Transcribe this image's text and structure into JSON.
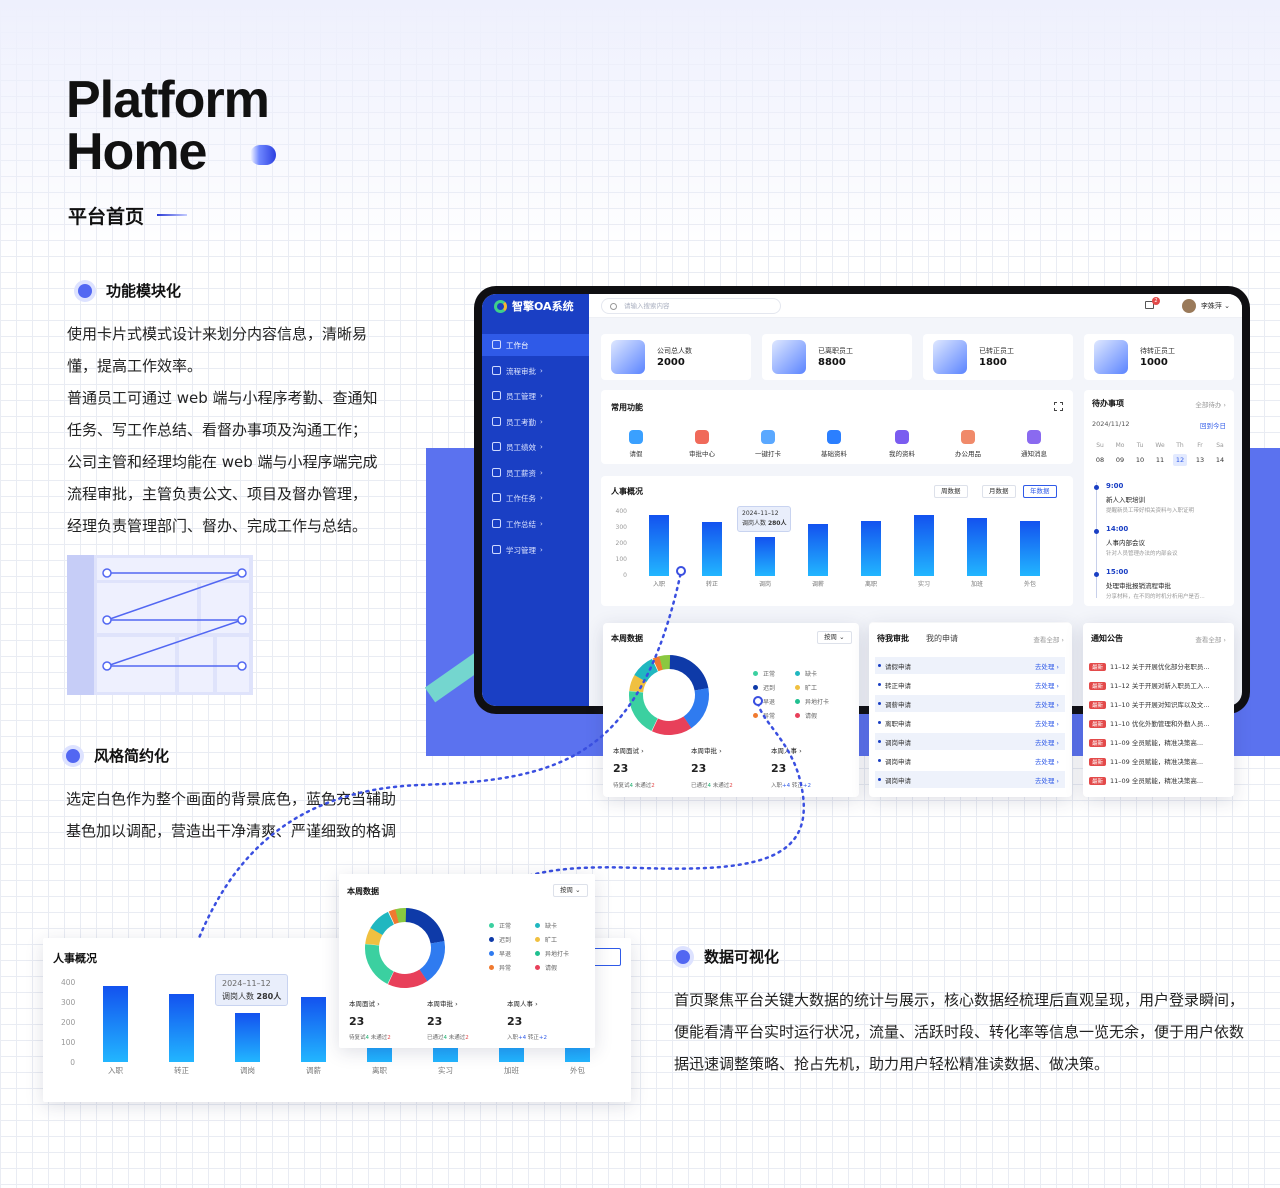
{
  "title": {
    "line1": "Platform",
    "line2": "Home",
    "subtitle": "平台首页"
  },
  "sections": {
    "modular": {
      "heading": "功能模块化",
      "lines": [
        "使用卡片式模式设计来划分内容信息，清晰易",
        "懂，提高工作效率。",
        "普通员工可通过 web 端与小程序考勤、查通知",
        "任务、写工作总结、看督办事项及沟通工作；",
        "公司主管和经理均能在 web 端与小程序端完成",
        "流程审批，主管负责公文、项目及督办管理，",
        "经理负责管理部门、督办、完成工作与总结。"
      ]
    },
    "style": {
      "heading": "风格简约化",
      "lines": [
        "选定白色作为整个画面的背景底色，蓝色充当辅助",
        "基色加以调配，营造出干净清爽、严谨细致的格调"
      ]
    },
    "dataviz": {
      "heading": "数据可视化",
      "lines": [
        "首页聚焦平台关键大数据的统计与展示，核心数据经梳理后直观呈现，用户登录瞬间，",
        "便能看清平台实时运行状况，流量、活跃时段、转化率等信息一览无余，便于用户依数",
        "据迅速调整策略、抢占先机，助力用户轻松精准读数据、做决策。"
      ]
    }
  },
  "app": {
    "name": "智擎OA系统",
    "search_placeholder": "请输入搜索内容",
    "notif_count": "2",
    "user": "李姝萍",
    "nav": [
      "工作台",
      "流程审批",
      "员工管理",
      "员工考勤",
      "员工绩效",
      "员工薪资",
      "工作任务",
      "工作总结",
      "学习管理"
    ],
    "stats": [
      {
        "label": "公司总人数",
        "value": "2000"
      },
      {
        "label": "已离职员工",
        "value": "8800"
      },
      {
        "label": "已转正员工",
        "value": "1800"
      },
      {
        "label": "待转正员工",
        "value": "1000"
      }
    ],
    "common": {
      "title": "常用功能",
      "items": [
        "请假",
        "审批中心",
        "一键打卡",
        "基础资料",
        "我的资料",
        "办公用品",
        "通知消息"
      ]
    },
    "todo": {
      "title": "待办事项",
      "all": "全部待办 ›",
      "date": "2024/11/12",
      "back": "回到今日",
      "weekdays": [
        "Su",
        "Mo",
        "Tu",
        "We",
        "Th",
        "Fr",
        "Sa"
      ],
      "days": [
        "08",
        "09",
        "10",
        "11",
        "12",
        "13",
        "14"
      ],
      "events": [
        {
          "time": "9:00",
          "title": "新人入职培训",
          "desc": "提醒新员工带好相关资料与入职证明"
        },
        {
          "time": "14:00",
          "title": "人事内部会议",
          "desc": "针对人员管理办法的内部会议"
        },
        {
          "time": "15:00",
          "title": "处理审批报销流程审批",
          "desc": "分享材料，在不同的时机分析用户是否..."
        }
      ]
    },
    "hr": {
      "title": "人事概况",
      "tabs": [
        "周数据",
        "月数据",
        "年数据"
      ],
      "tooltip_date": "2024–11–12",
      "tooltip_label": "调岗人数",
      "tooltip_value": "280人"
    },
    "week": {
      "title": "本周数据",
      "select": "按周",
      "legend": [
        "正常",
        "缺卡",
        "迟到",
        "旷工",
        "早退",
        "异地打卡",
        "异常",
        "请假"
      ],
      "stats": [
        {
          "label": "本周面试",
          "value": "23",
          "a": "待复试",
          "av": "4",
          "b": "未通过",
          "bv": "2"
        },
        {
          "label": "本周审批",
          "value": "23",
          "a": "已通过",
          "av": "4",
          "b": "未通过",
          "bv": "2"
        },
        {
          "label": "本周人事",
          "value": "23",
          "a": "入职",
          "av": "+4",
          "b": "转正",
          "bv": "+2"
        }
      ]
    },
    "approval": {
      "tab1": "待我审批",
      "tab2": "我的申请",
      "all": "查看全部 ›",
      "go": "去处理 ›",
      "rows": [
        "请假申请",
        "转正申请",
        "调薪申请",
        "离职申请",
        "调岗申请",
        "调岗申请",
        "调岗申请"
      ]
    },
    "notice": {
      "title": "通知公告",
      "all": "查看全部 ›",
      "badge": "最新",
      "items": [
        "11–12 关于开展优化部分老职员...",
        "11–12 关于开展对新入职员工入...",
        "11–10 关于开展对知识库以及文...",
        "11–10 优化外勤管理和外勤人员...",
        "11–09 全员赋能，精准决策高...",
        "11–09 全员赋能，精准决策高...",
        "11–09 全员赋能，精准决策高..."
      ]
    }
  },
  "chart_data": {
    "type": "bar",
    "title": "人事概况",
    "categories": [
      "入职",
      "转正",
      "调岗",
      "调薪",
      "离职",
      "实习",
      "加班",
      "外包"
    ],
    "values": [
      380,
      340,
      245,
      325,
      345,
      380,
      360,
      345
    ],
    "ylim": [
      0,
      400
    ],
    "yticks": [
      0,
      100,
      200,
      300,
      400
    ]
  },
  "colors": {
    "accent": "#1a3fc4",
    "band": "#5b72ef",
    "teal": "#74d6cf",
    "red": "#e34a4a"
  }
}
